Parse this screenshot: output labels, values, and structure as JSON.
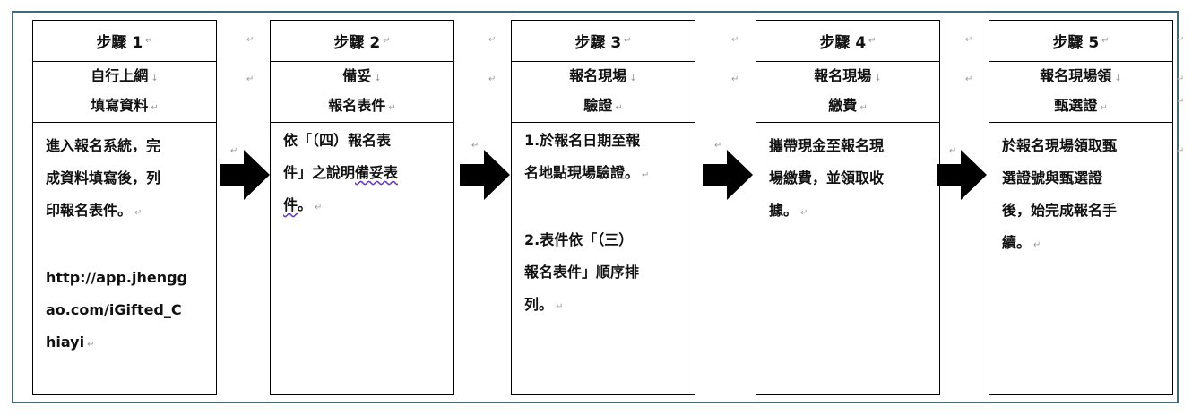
{
  "para_mark": "↵",
  "steps": [
    {
      "title": "步驟 1",
      "subtitle1": "自行上網",
      "subtitle2": "填寫資料",
      "lines": [
        "進入報名系統，完",
        "成資料填寫後，列",
        "印報名表件。"
      ],
      "url_lines": [
        "http://app.jhengg",
        "ao.com/iGifted_C",
        "hiayi"
      ]
    },
    {
      "title": "步驟 2",
      "subtitle1": "備妥",
      "subtitle2": "報名表件",
      "line1": "依「（四）報名表",
      "line2_plain": "件」之說明",
      "line2_mark": "備妥表",
      "line3_mark": "件",
      "line3_plain": "。"
    },
    {
      "title": "步驟 3",
      "subtitle1": "報名現場",
      "subtitle2": "驗證",
      "item1": [
        "1.於報名日期至報",
        "名地點現場驗證。"
      ],
      "item2": [
        "2.表件依「（三）",
        "報名表件」順序排",
        "列。"
      ]
    },
    {
      "title": "步驟 4",
      "subtitle1": "報名現場",
      "subtitle2": "繳費",
      "lines": [
        "攜帶現金至報名現",
        "場繳費，並領取收",
        "據。"
      ]
    },
    {
      "title": "步驟 5",
      "subtitle1": "報名現場領",
      "subtitle2": "甄選證",
      "lines": [
        "於報名現場領取甄",
        "選證號與甄選證",
        "後，始完成報名手",
        "續。"
      ]
    }
  ]
}
